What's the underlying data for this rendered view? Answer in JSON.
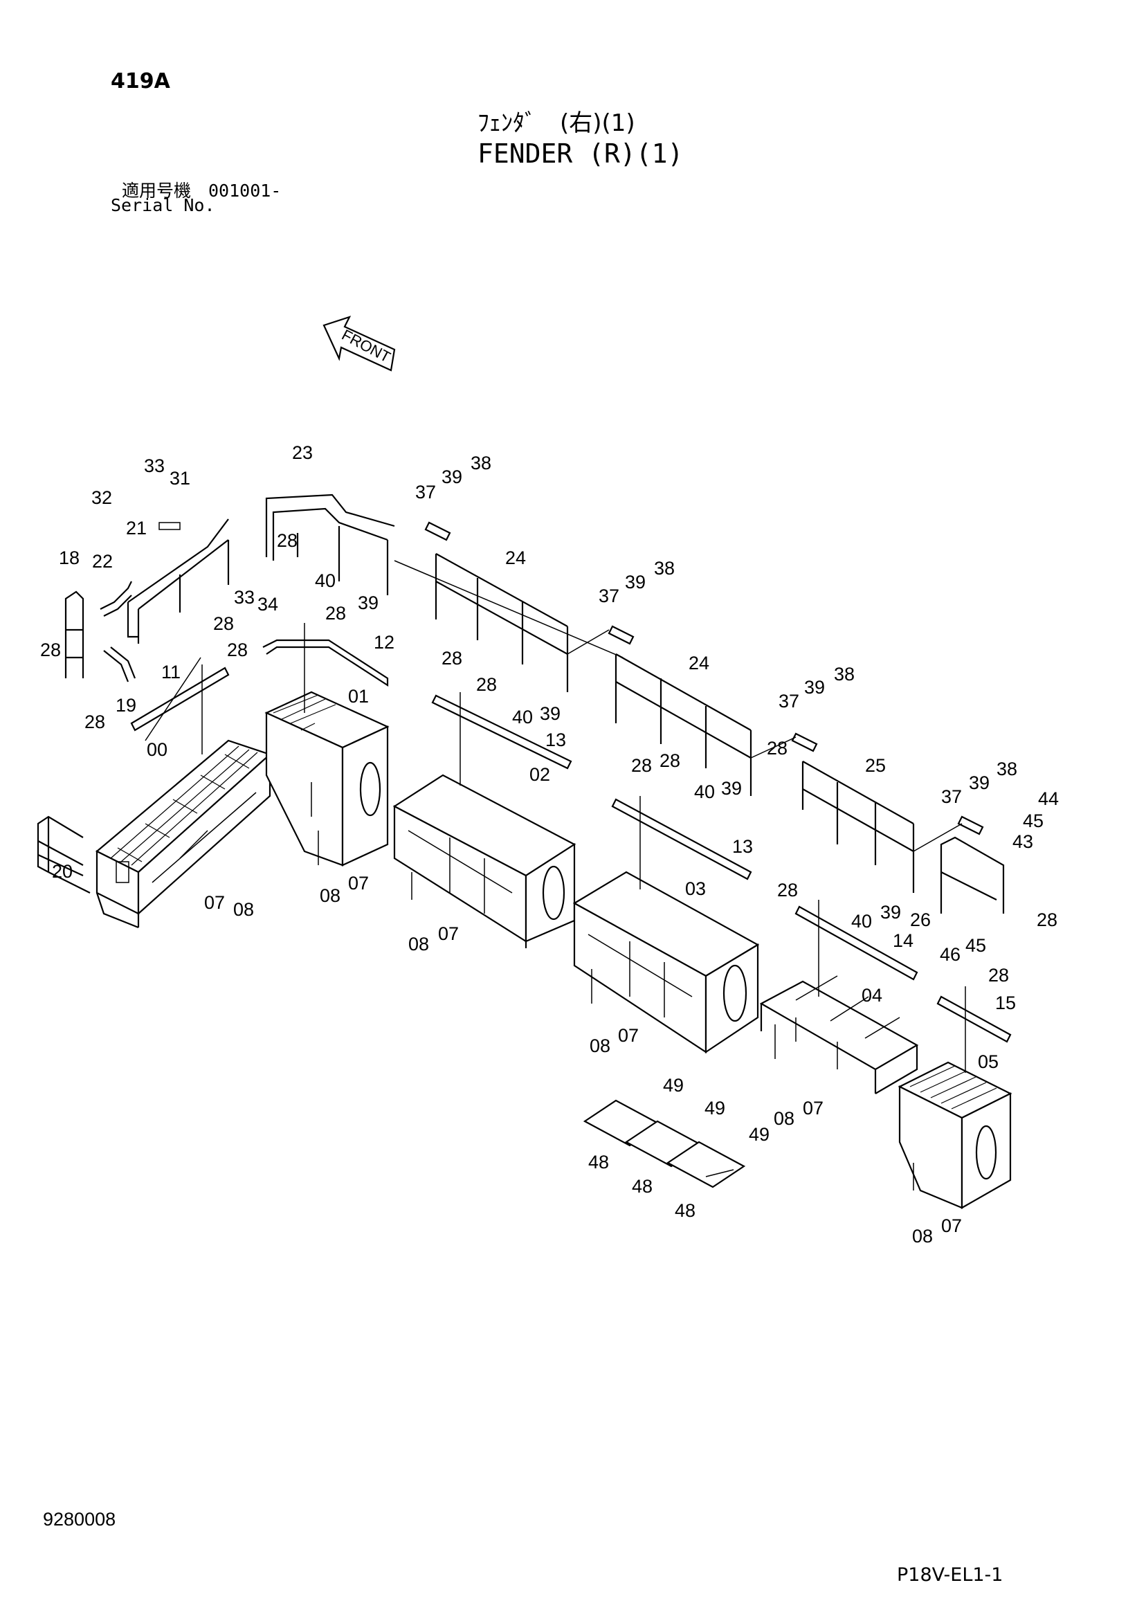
{
  "header": {
    "page_code": "419A",
    "title_jp": "ﾌｪﾝﾀﾞ　(右)(1)",
    "title_en": "FENDER (R)(1)",
    "serial_label_jp": "適用号機　001001-",
    "serial_label_en": "Serial No."
  },
  "diagram": {
    "front_label": "FRONT",
    "labels": [
      {
        "id": "l-23",
        "text": "23"
      },
      {
        "id": "l-33a",
        "text": "33"
      },
      {
        "id": "l-31",
        "text": "31"
      },
      {
        "id": "l-32",
        "text": "32"
      },
      {
        "id": "l-21",
        "text": "21"
      },
      {
        "id": "l-18",
        "text": "18"
      },
      {
        "id": "l-22",
        "text": "22"
      },
      {
        "id": "l-33b",
        "text": "33"
      },
      {
        "id": "l-34",
        "text": "34"
      },
      {
        "id": "l-28a",
        "text": "28"
      },
      {
        "id": "l-28b",
        "text": "28"
      },
      {
        "id": "l-28c",
        "text": "28"
      },
      {
        "id": "l-28d",
        "text": "28"
      },
      {
        "id": "l-28e",
        "text": "28"
      },
      {
        "id": "l-28f",
        "text": "28"
      },
      {
        "id": "l-19",
        "text": "19"
      },
      {
        "id": "l-11",
        "text": "11"
      },
      {
        "id": "l-12",
        "text": "12"
      },
      {
        "id": "l-01",
        "text": "01"
      },
      {
        "id": "l-00",
        "text": "00"
      },
      {
        "id": "l-20",
        "text": "20"
      },
      {
        "id": "l-07a",
        "text": "07"
      },
      {
        "id": "l-08a",
        "text": "08"
      },
      {
        "id": "l-08b",
        "text": "08"
      },
      {
        "id": "l-07b",
        "text": "07"
      },
      {
        "id": "l-37a",
        "text": "37"
      },
      {
        "id": "l-39a",
        "text": "39"
      },
      {
        "id": "l-38a",
        "text": "38"
      },
      {
        "id": "l-40a",
        "text": "40"
      },
      {
        "id": "l-39b",
        "text": "39"
      },
      {
        "id": "l-24a",
        "text": "24"
      },
      {
        "id": "l-28g",
        "text": "28"
      },
      {
        "id": "l-28h",
        "text": "28"
      },
      {
        "id": "l-40b",
        "text": "40"
      },
      {
        "id": "l-39c",
        "text": "39"
      },
      {
        "id": "l-13a",
        "text": "13"
      },
      {
        "id": "l-02",
        "text": "02"
      },
      {
        "id": "l-08c",
        "text": "08"
      },
      {
        "id": "l-07c",
        "text": "07"
      },
      {
        "id": "l-37b",
        "text": "37"
      },
      {
        "id": "l-39d",
        "text": "39"
      },
      {
        "id": "l-38b",
        "text": "38"
      },
      {
        "id": "l-24b",
        "text": "24"
      },
      {
        "id": "l-28i",
        "text": "28"
      },
      {
        "id": "l-28j",
        "text": "28"
      },
      {
        "id": "l-40c",
        "text": "40"
      },
      {
        "id": "l-39e",
        "text": "39"
      },
      {
        "id": "l-13b",
        "text": "13"
      },
      {
        "id": "l-03",
        "text": "03"
      },
      {
        "id": "l-08d",
        "text": "08"
      },
      {
        "id": "l-07d",
        "text": "07"
      },
      {
        "id": "l-37c",
        "text": "37"
      },
      {
        "id": "l-39f",
        "text": "39"
      },
      {
        "id": "l-38c",
        "text": "38"
      },
      {
        "id": "l-28k",
        "text": "28"
      },
      {
        "id": "l-25",
        "text": "25"
      },
      {
        "id": "l-28l",
        "text": "28"
      },
      {
        "id": "l-40d",
        "text": "40"
      },
      {
        "id": "l-39g",
        "text": "39"
      },
      {
        "id": "l-14",
        "text": "14"
      },
      {
        "id": "l-37d",
        "text": "37"
      },
      {
        "id": "l-39h",
        "text": "39"
      },
      {
        "id": "l-38d",
        "text": "38"
      },
      {
        "id": "l-44",
        "text": "44"
      },
      {
        "id": "l-45a",
        "text": "45"
      },
      {
        "id": "l-43",
        "text": "43"
      },
      {
        "id": "l-26",
        "text": "26"
      },
      {
        "id": "l-28m",
        "text": "28"
      },
      {
        "id": "l-46",
        "text": "46"
      },
      {
        "id": "l-45b",
        "text": "45"
      },
      {
        "id": "l-28n",
        "text": "28"
      },
      {
        "id": "l-15",
        "text": "15"
      },
      {
        "id": "l-04",
        "text": "04"
      },
      {
        "id": "l-05",
        "text": "05"
      },
      {
        "id": "l-08e",
        "text": "08"
      },
      {
        "id": "l-07e",
        "text": "07"
      },
      {
        "id": "l-49a",
        "text": "49"
      },
      {
        "id": "l-49b",
        "text": "49"
      },
      {
        "id": "l-49c",
        "text": "49"
      },
      {
        "id": "l-48a",
        "text": "48"
      },
      {
        "id": "l-48b",
        "text": "48"
      },
      {
        "id": "l-48c",
        "text": "48"
      },
      {
        "id": "l-08f",
        "text": "08"
      },
      {
        "id": "l-07f",
        "text": "07"
      }
    ]
  },
  "footer": {
    "doc_number": "9280008",
    "sheet_code": "P18V-EL1-1"
  }
}
